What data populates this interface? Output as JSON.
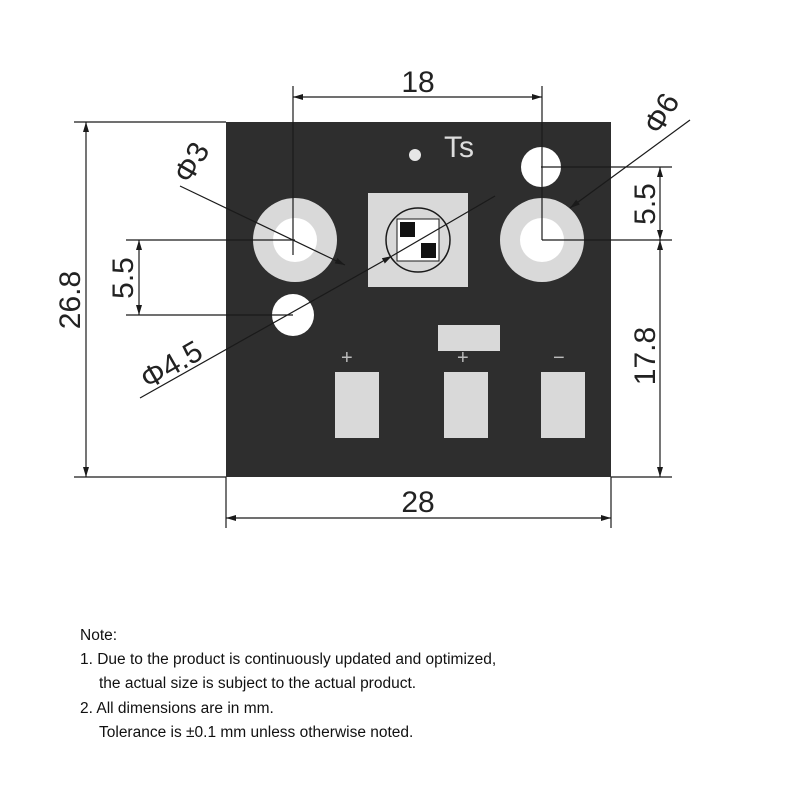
{
  "diagram": {
    "pcb_label": "Ts",
    "dimensions": {
      "top_width": "18",
      "total_width": "28",
      "total_height": "26.8",
      "left_spacing": "5.5",
      "right_spacing": "5.5",
      "right_height": "17.8",
      "dia_small": "Φ3",
      "dia_medium": "Φ4.5",
      "dia_large": "Φ6"
    },
    "polarity": [
      "+",
      "+",
      "−"
    ],
    "colors": {
      "pcb": "#2e2e2e",
      "copper": "#d9d9d9",
      "line": "#1a1a1a"
    }
  },
  "notes": {
    "title": "Note:",
    "line1": "1. Due to the product is continuously updated and optimized,",
    "line1b": "the actual size is subject to the actual product.",
    "line2": "2. All dimensions are in mm.",
    "line2b": "Tolerance is ±0.1 mm unless otherwise noted."
  }
}
